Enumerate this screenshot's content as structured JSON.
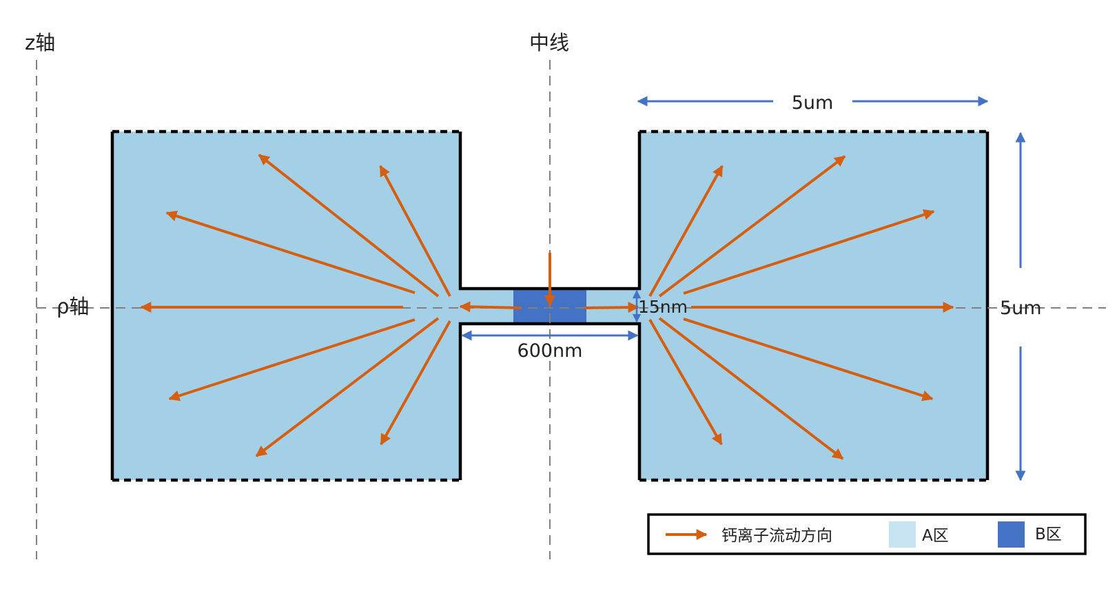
{
  "labels": {
    "z_axis": "z轴",
    "midline": "中线",
    "rho_axis": "ρ轴",
    "width_5um": "5um",
    "height_5um": "5um",
    "gap_15nm": "15nm",
    "length_600nm": "600nm"
  },
  "legend": {
    "arrow_label": "钙离子流动方向",
    "zone_a_label": "A区",
    "zone_b_label": "B区"
  },
  "colors": {
    "zone_a": "#a4d0e7",
    "zone_b": "#4472c4",
    "flow_arrow": "#d55e0f",
    "dimension": "#4472c4",
    "axis_line": "#808080",
    "outline": "#000000",
    "legend_zone_a": "#c5e3f1"
  },
  "icons": {
    "flow_arrow": "arrow-right-icon"
  }
}
